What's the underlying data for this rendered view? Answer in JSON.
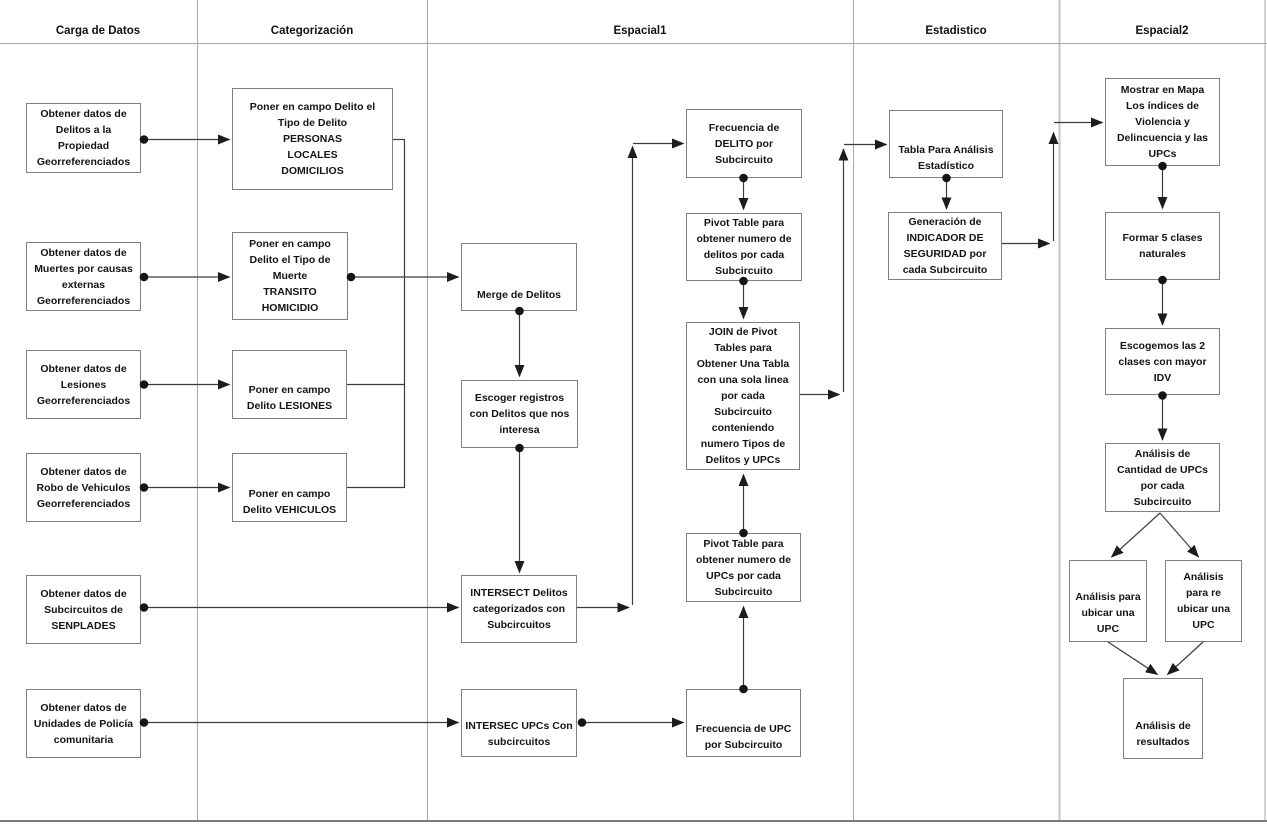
{
  "lanes": [
    {
      "label": "Carga de Datos"
    },
    {
      "label": "Categorización"
    },
    {
      "label": "Espacial1"
    },
    {
      "label": "Estadistico"
    },
    {
      "label": "Espacial2"
    }
  ],
  "nodes": [
    {
      "id": "obtener-delitos-propiedad",
      "label": "Obtener datos de\nDelitos a la\nPropiedad\nGeorreferenciados"
    },
    {
      "id": "obtener-muertes-causas-externas",
      "label": "Obtener datos de\nMuertes por causas\nexternas\nGeorreferenciados"
    },
    {
      "id": "obtener-lesiones",
      "label": "Obtener datos de\nLesiones\nGeorreferenciados"
    },
    {
      "id": "obtener-robo-vehiculos",
      "label": "Obtener datos de\nRobo de Vehiculos\nGeorreferenciados"
    },
    {
      "id": "obtener-subcircuitos-senplades",
      "label": "Obtener datos de\nSubcircuitos de\nSENPLADES"
    },
    {
      "id": "obtener-upc-policia-comunitaria",
      "label": "Obtener datos de\nUnidades de Policía\ncomunitaria"
    },
    {
      "id": "poner-delito-tipo-delito",
      "label": "Poner en campo Delito el\nTipo de Delito\nPERSONAS\nLOCALES\nDOMICILIOS"
    },
    {
      "id": "poner-delito-tipo-muerte",
      "label": "Poner en campo\nDelito el Tipo de\nMuerte\nTRANSITO\nHOMICIDIO"
    },
    {
      "id": "poner-delito-lesiones",
      "label": "Poner en campo\nDelito LESIONES"
    },
    {
      "id": "poner-delito-vehiculos",
      "label": "Poner en campo\nDelito VEHICULOS"
    },
    {
      "id": "merge-delitos",
      "label": "Merge de Delitos"
    },
    {
      "id": "escoger-registros",
      "label": "Escoger registros\ncon Delitos que nos\ninteresa"
    },
    {
      "id": "intersect-delitos-subcircuitos",
      "label": "INTERSECT Delitos\ncategorizados con\nSubcircuitos"
    },
    {
      "id": "intersec-upcs-subcircuitos",
      "label": "INTERSEC UPCs Con\nsubcircuitos"
    },
    {
      "id": "frecuencia-delito-subcircuito",
      "label": "Frecuencia de\nDELITO por\nSubcircuito"
    },
    {
      "id": "pivot-delitos-subcircuito",
      "label": "Pivot Table para\nobtener numero de\ndelitos por cada\nSubcircuito"
    },
    {
      "id": "join-pivot-tables",
      "label": "JOIN de Pivot\nTables para\nObtener Una Tabla\ncon una sola linea\npor cada\nSubcircuito\nconteniendo\nnumero Tipos de\nDelitos y UPCs"
    },
    {
      "id": "pivot-upcs-subcircuito",
      "label": "Pivot Table para\nobtener numero de\nUPCs por cada\nSubcircuito"
    },
    {
      "id": "frecuencia-upc-subcircuito",
      "label": "Frecuencia de UPC\npor Subcircuito"
    },
    {
      "id": "tabla-analisis-estadistico",
      "label": "Tabla Para Análisis\nEstadístico"
    },
    {
      "id": "generacion-indicador-seguridad",
      "label": "Generación de\nINDICADOR DE\nSEGURIDAD por\ncada Subcircuito"
    },
    {
      "id": "mostrar-mapa-indices",
      "label": "Mostrar en Mapa\nLos índices de\nViolencia y\nDelincuencia y las\nUPCs"
    },
    {
      "id": "formar-5-clases",
      "label": "Formar 5 clases\nnaturales"
    },
    {
      "id": "escogemos-2-clases-idv",
      "label": "Escogemos las 2\nclases con mayor\nIDV"
    },
    {
      "id": "analisis-cantidad-upcs",
      "label": "Análisis de\nCantidad de UPCs\npor cada\nSubcircuito"
    },
    {
      "id": "analisis-ubicar-upc",
      "label": "Análisis para\nubicar una\nUPC"
    },
    {
      "id": "analisis-reubicar-upc",
      "label": "Análisis\npara re\nubicar una\nUPC"
    },
    {
      "id": "analisis-resultados",
      "label": "Análisis de\nresultados"
    }
  ]
}
